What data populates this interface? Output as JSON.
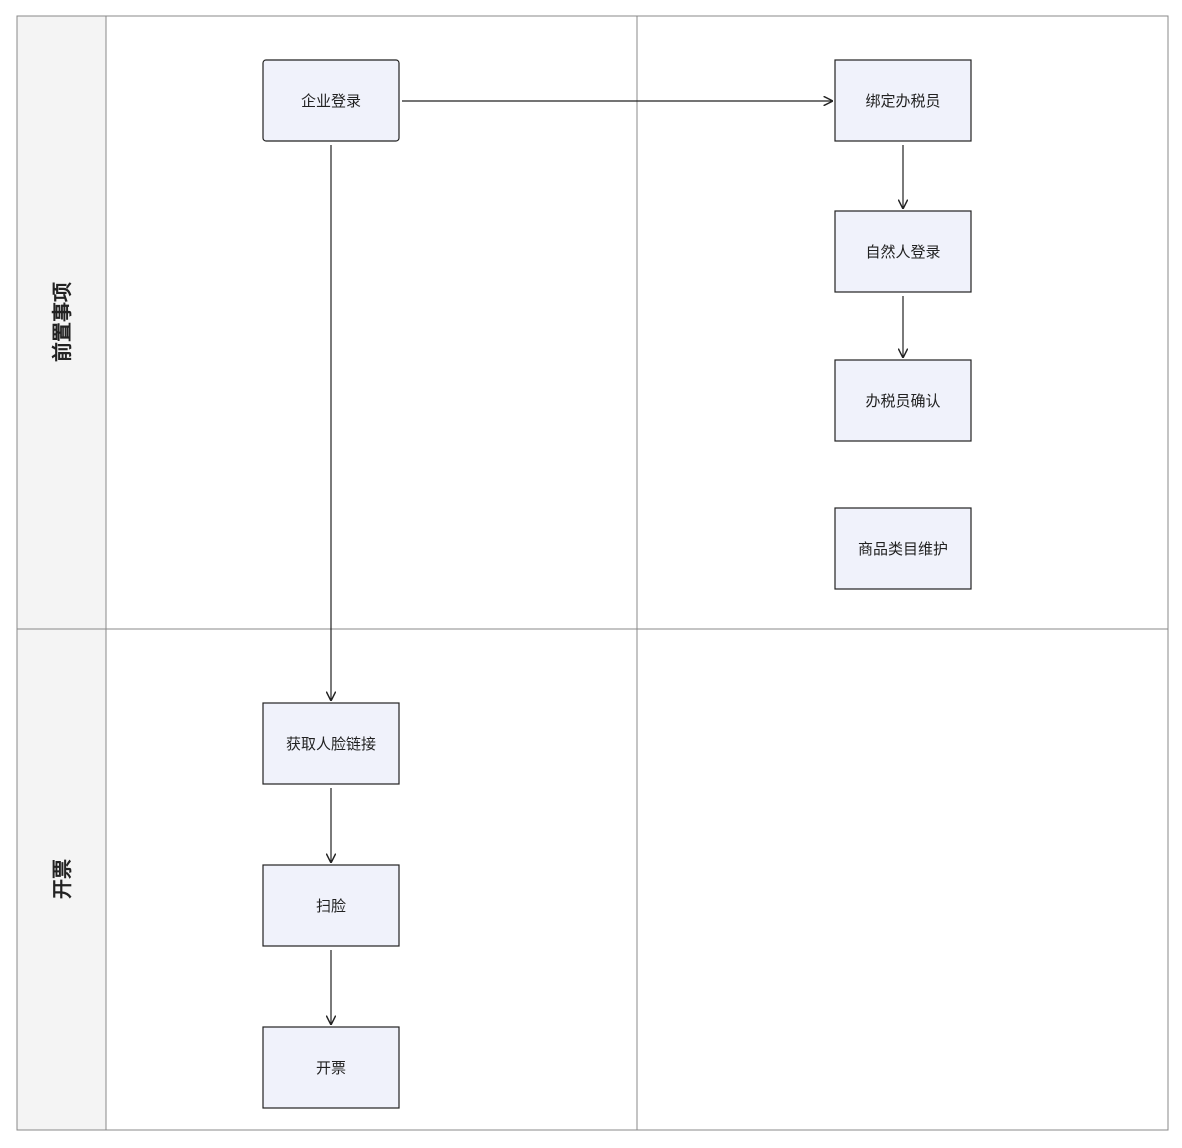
{
  "lanes": {
    "pre": {
      "label": "前置事项"
    },
    "invoice": {
      "label": "开票"
    }
  },
  "nodes": {
    "enterprise_login": {
      "label": "企业登录"
    },
    "bind_tax_officer": {
      "label": "绑定办税员"
    },
    "natural_person_login": {
      "label": "自然人登录"
    },
    "tax_officer_confirm": {
      "label": "办税员确认"
    },
    "category_maintenance": {
      "label": "商品类目维护"
    },
    "get_face_link": {
      "label": "获取人脸链接"
    },
    "face_scan": {
      "label": "扫脸"
    },
    "issue_invoice": {
      "label": "开票"
    }
  },
  "colors": {
    "node_fill": "#f0f2fb",
    "lane_header_fill": "#f4f4f4",
    "stroke": "#222222",
    "grid": "#888888"
  }
}
